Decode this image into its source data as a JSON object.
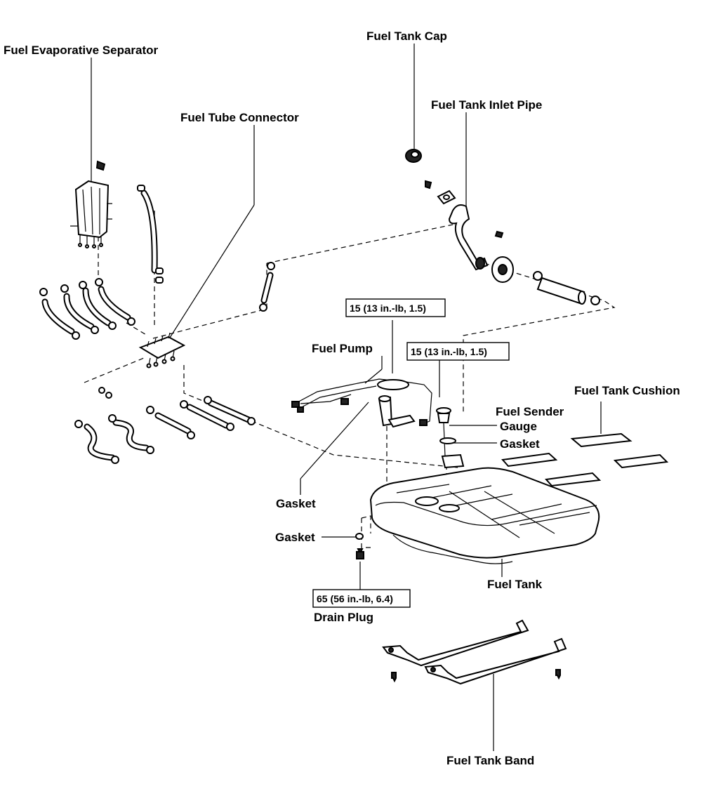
{
  "labels": {
    "fuel_evaporative_separator": "Fuel Evaporative Separator",
    "fuel_tube_connector": "Fuel Tube Connector",
    "fuel_tank_cap": "Fuel Tank Cap",
    "fuel_tank_inlet_pipe": "Fuel Tank Inlet Pipe",
    "fuel_pump": "Fuel Pump",
    "fuel_sender_gauge_line1": "Fuel Sender",
    "fuel_sender_gauge_line2": "Gauge",
    "gasket_sender": "Gasket",
    "fuel_tank_cushion": "Fuel Tank Cushion",
    "gasket_pump": "Gasket",
    "gasket_drain": "Gasket",
    "fuel_tank": "Fuel Tank",
    "drain_plug": "Drain Plug",
    "fuel_tank_band": "Fuel Tank Band"
  },
  "torque_specs": {
    "pump_bolts": "15 (13 in.-lb, 1.5)",
    "sender_bolts": "15 (13 in.-lb, 1.5)",
    "drain_plug": "65 (56 in.-lb, 6.4)"
  }
}
